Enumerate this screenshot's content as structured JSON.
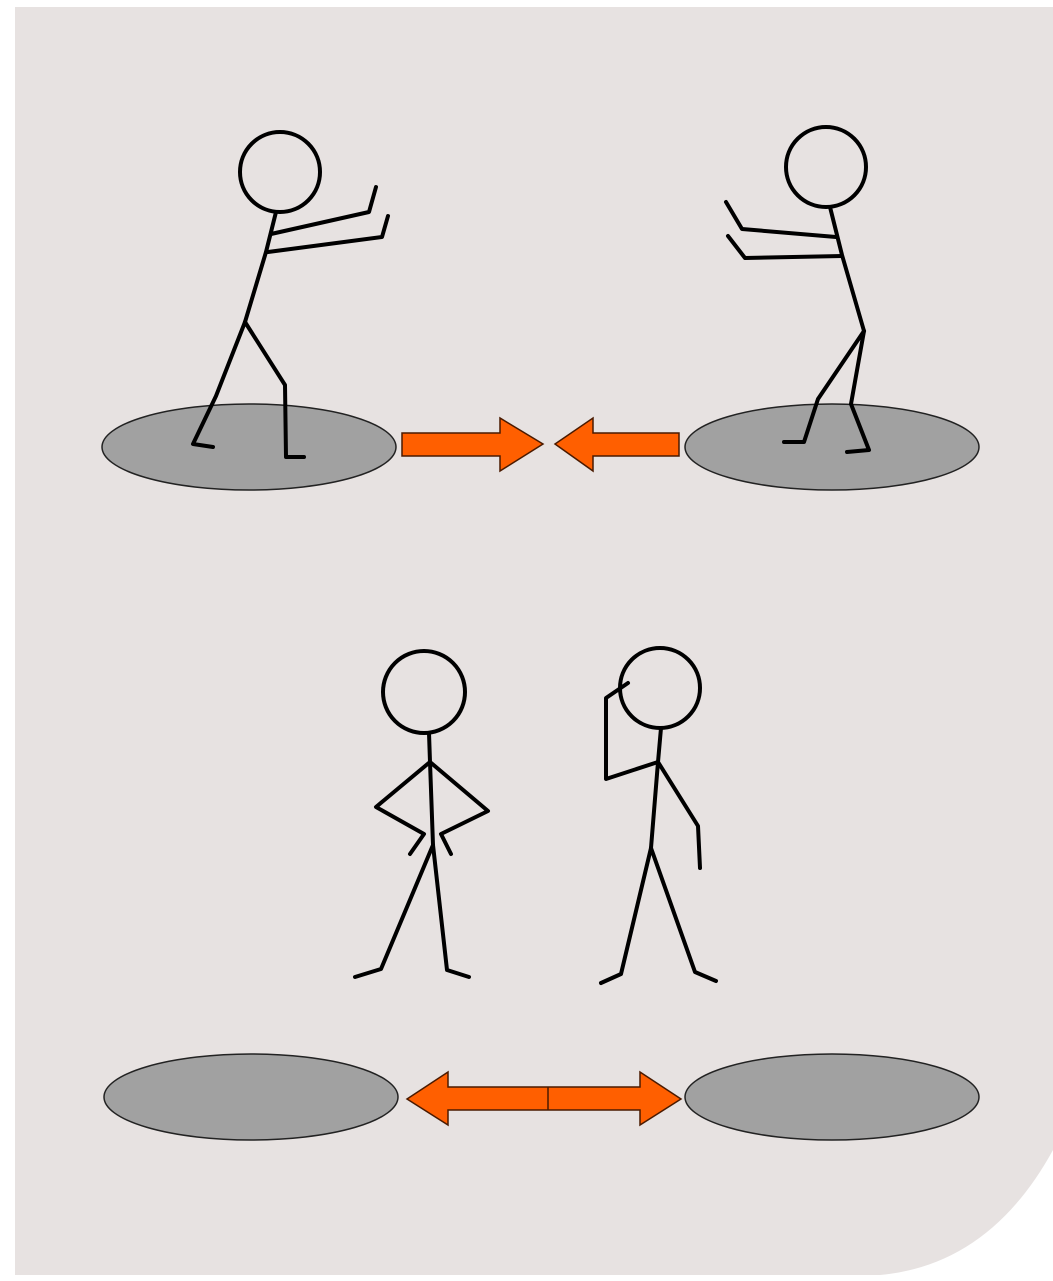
{
  "colors": {
    "background": "#e7e2e1",
    "platform": "#a1a1a1",
    "arrow": "#ff5f00",
    "stroke": "#000000"
  },
  "panels": [
    {
      "name": "top-panel",
      "state": "attracting",
      "arrows": [
        "right",
        "left"
      ]
    },
    {
      "name": "bottom-panel",
      "state": "repelling",
      "arrows": [
        "double-headed"
      ]
    }
  ]
}
